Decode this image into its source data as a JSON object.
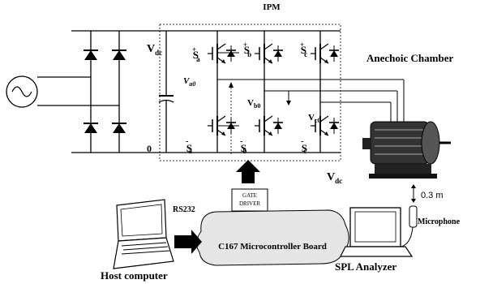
{
  "labels": {
    "ipm": "IPM",
    "vdc_top": "V",
    "vdc_top_sub": "dc",
    "vdc_bottom": "V",
    "vdc_bottom_sub": "dc",
    "zero": "0",
    "sa_plus": "S",
    "sa_plus_sup": "+",
    "sa_plus_sub": "a",
    "sb_plus": "S",
    "sb_plus_sup": "+",
    "sb_plus_sub": "b",
    "sc_plus": "S",
    "sc_plus_sup": "+",
    "sc_plus_sub": "c",
    "sa_minus": "S",
    "sa_minus_sup": "-",
    "sa_minus_sub": "a",
    "sb_minus": "S",
    "sb_minus_sup": "-",
    "sb_minus_sub": "b",
    "sc_minus": "S",
    "sc_minus_sup": "-",
    "sc_minus_sub": "c",
    "va0": "V",
    "va0_sub": "a0",
    "vb0": "V",
    "vb0_sub": "b0",
    "vc0": "V",
    "vc0_sub": "c0",
    "anechoic_chamber": "Anechoic Chamber",
    "rs232": "RS232",
    "gate_driver_line1": "GATE",
    "gate_driver_line2": "DRIVER",
    "microcontroller_board": "C167 Microcontroller Board",
    "host_computer": "Host computer",
    "spl_analyzer": "SPL Analyzer",
    "distance": "0.3 m",
    "microphone": "Microphone"
  }
}
